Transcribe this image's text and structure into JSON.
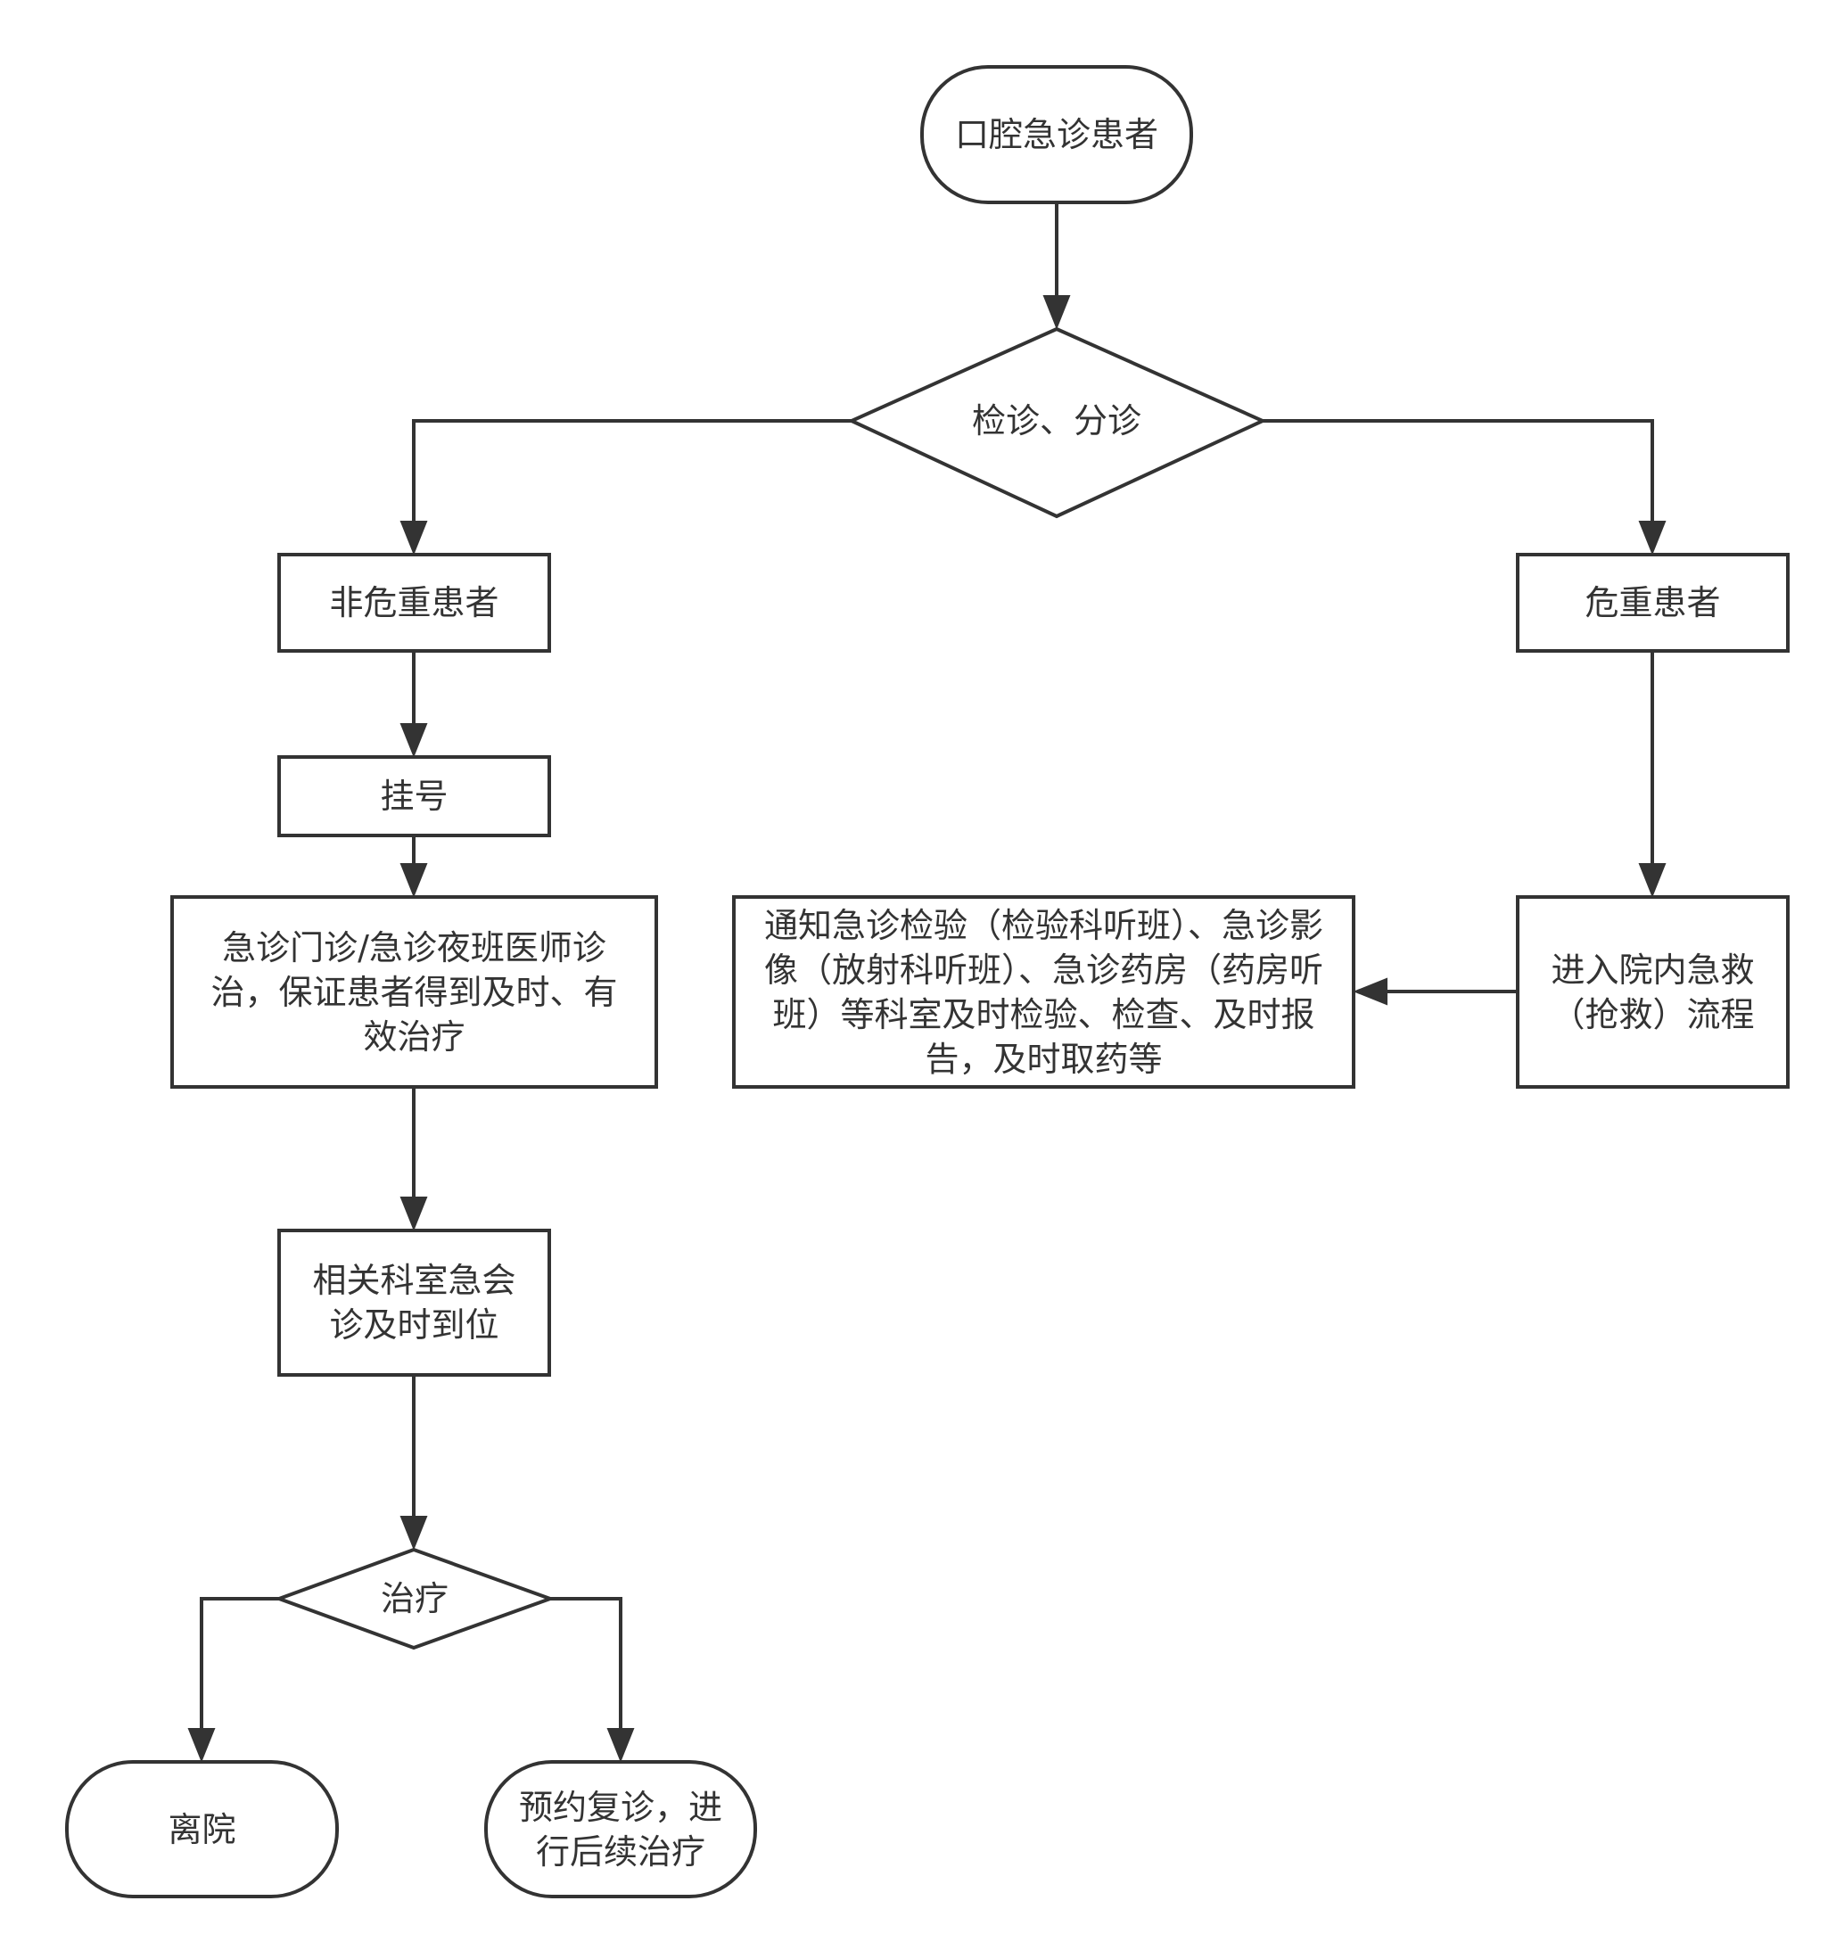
{
  "diagram": {
    "nodes": {
      "start": "口腔急诊患者",
      "triage": "检诊、分诊",
      "non_critical": "非危重患者",
      "critical": "危重患者",
      "registration": "挂号",
      "outpatient_treatment": "急诊门诊/急诊夜班医师诊治，保证患者得到及时、有效治疗",
      "rescue": "进入院内急救（抢救）流程",
      "notify_departments": "通知急诊检验（检验科听班）、急诊影像（放射科听班）、急诊药房（药房听班）等科室及时检验、检查、及时报告，及时取药等",
      "consultation": "相关科室急会诊及时到位",
      "treatment": "治疗",
      "discharge": "离院",
      "follow_up": "预约复诊，进行后续治疗"
    },
    "colors": {
      "stroke": "#333333",
      "fill": "#ffffff",
      "text": "#333333"
    }
  }
}
